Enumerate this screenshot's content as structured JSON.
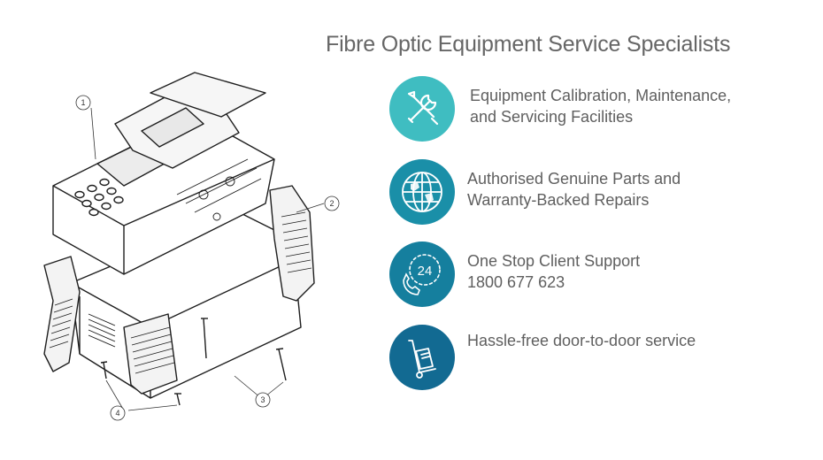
{
  "headline": "Fibre Optic Equipment Service Specialists",
  "diagram": {
    "callouts": [
      "1",
      "2",
      "3",
      "4"
    ]
  },
  "features": [
    {
      "icon": "wrench-screwdriver-icon",
      "line1": "Equipment Calibration, Maintenance,",
      "line2": "and Servicing Facilities"
    },
    {
      "icon": "globe-icon",
      "line1": "Authorised Genuine Parts and",
      "line2": "Warranty-Backed Repairs"
    },
    {
      "icon": "phone-24-icon",
      "line1": "One Stop Client Support",
      "line2": "1800 677 623",
      "icon_text": "24"
    },
    {
      "icon": "hand-truck-icon",
      "line1": "Hassle-free door-to-door service"
    }
  ],
  "colors": {
    "circle_1": "#3fbdc1",
    "circle_2": "#1a8fa8",
    "circle_3": "#157f9e",
    "circle_4": "#126a92",
    "text": "#5f5f5f"
  }
}
